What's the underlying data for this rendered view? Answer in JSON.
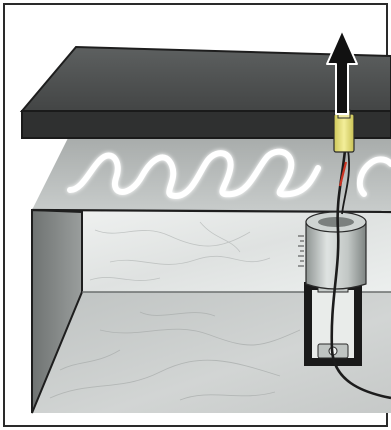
{
  "figure": {
    "components": [
      "frame-border",
      "marble-box",
      "lid-plate",
      "heater-wire",
      "sensor-holder",
      "thermocouple-probe",
      "lift-arrow"
    ],
    "colors": {
      "lid_top": "#505252",
      "lid_front": "#2f3030",
      "box_inner": "#d9dcdb",
      "box_side": "#8a8d8c",
      "floor": "#c9cccb",
      "marble_back": "#e7e9e8",
      "wire_glow": "#ffffff",
      "holder": "#b9bfbd",
      "probe_tip": "#e6e080",
      "lead_red": "#cc3322",
      "arrow_fill": "#111111",
      "arrow_stroke": "#ffffff"
    }
  }
}
